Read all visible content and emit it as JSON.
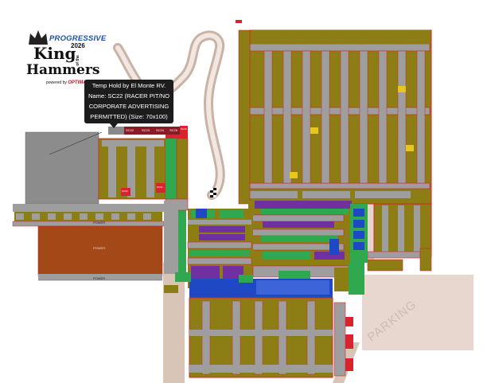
{
  "event": {
    "brand": "PROGRESSIVE",
    "title_line1": "King",
    "title_line2": "Hammers",
    "of_the": "of the",
    "year": "2026",
    "powered_by": "powered by",
    "sponsor": "OPTIMA"
  },
  "tooltip": {
    "line1": "Temp Hold by El Monte RV.",
    "line2": "Name: SC22 (RACER PIT/NO",
    "line3": "CORPORATE ADVERTISING",
    "line4": "PERMITTED)  (Size: 70x100)"
  },
  "labels": {
    "parking": "PARKING",
    "power_top": "POWER",
    "power_mid": "POWER",
    "power_bottom": "POWER",
    "sc22": "SC22",
    "sc23": "SC23",
    "sc24": "SC24",
    "sc25": "SC25",
    "sc26": "SC26",
    "sc_b": "SC01",
    "sc_c": "SC03"
  },
  "colors": {
    "olive": "#8c7d14",
    "red_outline": "#d9232e",
    "rust": "#a34817",
    "maroon": "#8a1b26",
    "purple": "#7030a0",
    "green": "#2fa84f",
    "blue": "#1f49c4",
    "gray": "#8c8c8c",
    "road": "#d9c4b8",
    "track": "#d7c1b4"
  }
}
